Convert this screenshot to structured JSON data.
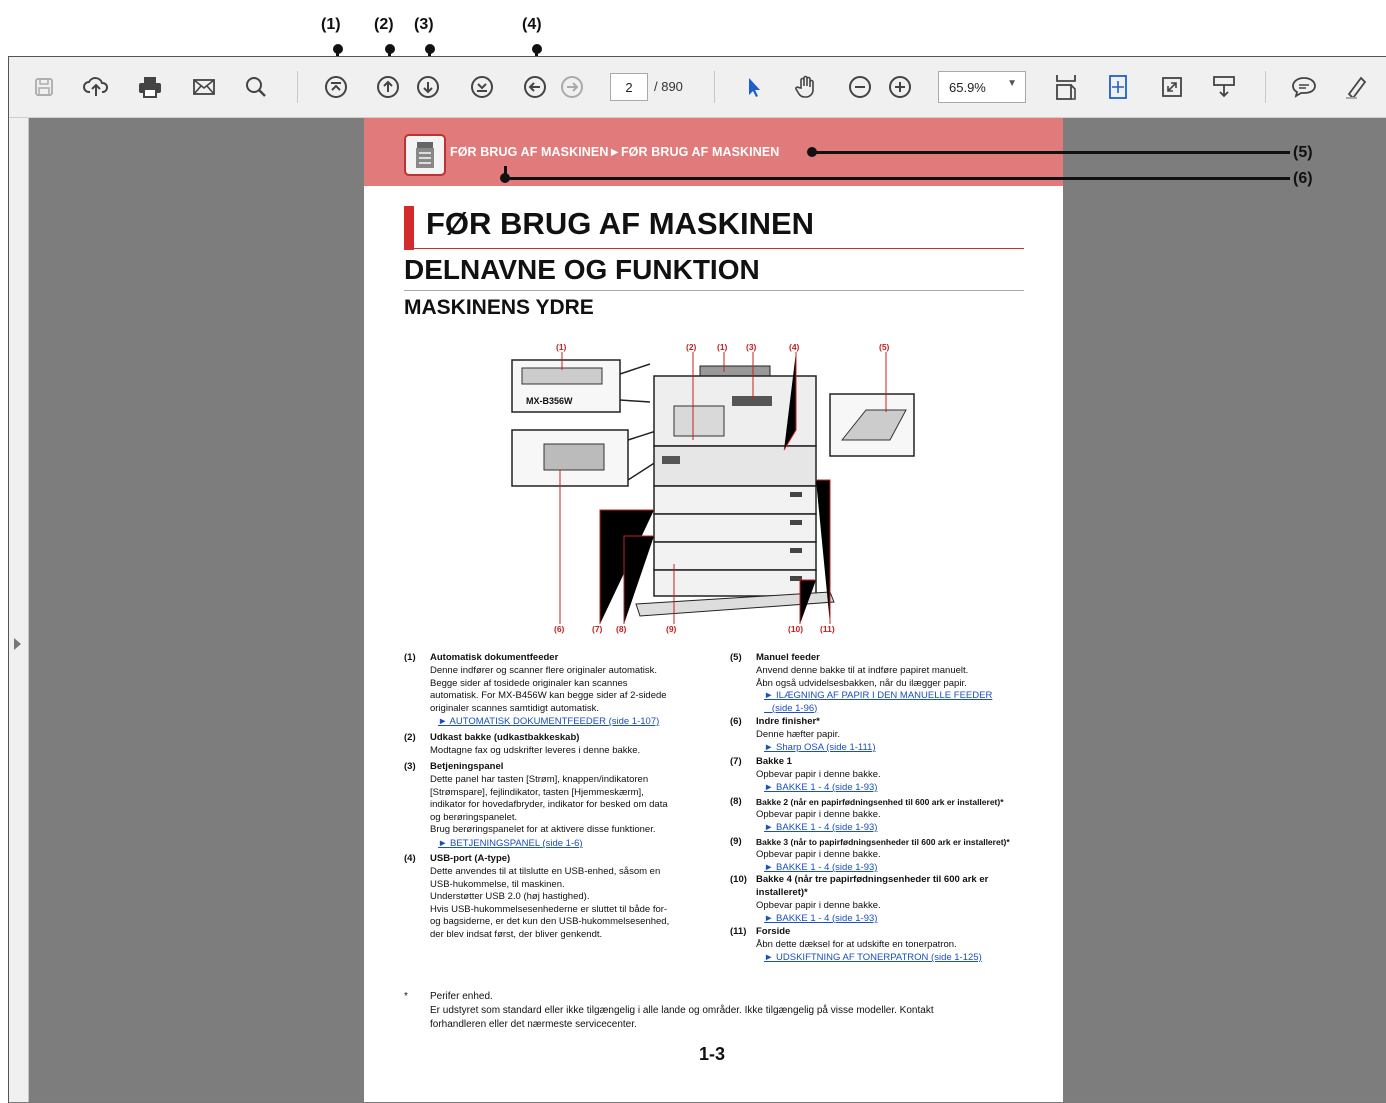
{
  "callouts": [
    "(1)",
    "(2)",
    "(3)",
    "(4)",
    "(5)",
    "(6)"
  ],
  "toolbar": {
    "page_current": "2",
    "page_total": "/ 890",
    "zoom": "65.9%",
    "icons": [
      "save-icon",
      "upload-cloud-icon",
      "print-icon",
      "mail-icon",
      "search-icon",
      "first-page-icon",
      "prev-page-icon",
      "next-page-icon",
      "last-page-icon",
      "prev-view-icon",
      "next-view-icon",
      "select-pointer-icon",
      "hand-tool-icon",
      "zoom-out-icon",
      "zoom-in-icon",
      "fit-page-icon",
      "fit-width-icon",
      "full-screen-icon",
      "scrolling-mode-icon",
      "comment-icon",
      "highlight-pen-icon"
    ]
  },
  "document": {
    "header_breadcrumb": "FØR BRUG AF MASKINEN►FØR BRUG AF MASKINEN",
    "h1": "FØR BRUG AF MASKINEN",
    "h2": "DELNAVNE OG FUNKTION",
    "h3": "MASKINENS YDRE",
    "figure_labels_top": [
      "(1)",
      "(2)",
      "(1)",
      "(3)",
      "(4)",
      "(5)"
    ],
    "figure_labels_bottom": [
      "(6)",
      "(7)",
      "(8)",
      "(9)",
      "(10)",
      "(11)"
    ],
    "figure_model": "MX-B356W",
    "items_left": [
      {
        "num": "(1)",
        "title": "Automatisk dokumentfeeder",
        "body": "Denne indfører og scanner flere originaler automatisk.\nBegge sider af tosidede originaler kan scannes\nautomatisk. For MX-B456W kan begge sider af 2-sidede\noriginaler scannes samtidigt automatisk.",
        "link": "► AUTOMATISK DOKUMENTFEEDER (side 1-107)"
      },
      {
        "num": "(2)",
        "title": "Udkast bakke (udkastbakkeskab)",
        "body": "Modtagne fax og udskrifter leveres i denne bakke.",
        "link": ""
      },
      {
        "num": "(3)",
        "title": "Betjeningspanel",
        "body": "Dette panel har tasten [Strøm], knappen/indikatoren\n[Strømspare], fejlindikator, tasten [Hjemmeskærm],\nindikator for hovedafbryder, indikator for besked om data\nog berøringspanelet.\nBrug berøringspanelet for at aktivere disse funktioner.",
        "link": "► BETJENINGSPANEL (side 1-6)"
      },
      {
        "num": "(4)",
        "title": "USB-port (A-type)",
        "body": "Dette anvendes til at tilslutte en USB-enhed, såsom en\nUSB-hukommelse, til maskinen.\nUnderstøtter USB 2.0 (høj hastighed).\nHvis USB-hukommelsesenhederne er sluttet til både for-\nog bagsiderne, er det kun den USB-hukommelsesenhed,\nder blev indsat først, der bliver genkendt.",
        "link": ""
      }
    ],
    "items_right": [
      {
        "num": "(5)",
        "title": "Manuel feeder",
        "body": "Anvend denne bakke til at indføre papiret manuelt.\nÅbn også udvidelsesbakken, når du ilægger papir.",
        "link": "► ILÆGNING AF PAPIR I DEN MANUELLE FEEDER\n   (side 1-96)"
      },
      {
        "num": "(6)",
        "title": "Indre finisher*",
        "body": "Denne hæfter papir.",
        "link": "► Sharp OSA (side 1-111)"
      },
      {
        "num": "(7)",
        "title": "Bakke 1",
        "body": "Opbevar papir i denne bakke.",
        "link": "► BAKKE 1 - 4 (side 1-93)"
      },
      {
        "num": "(8)",
        "title": "Bakke 2 (når en papirfødningsenhed til 600 ark er installeret)*",
        "body": "Opbevar papir i denne bakke.",
        "link": "► BAKKE 1 - 4 (side 1-93)"
      },
      {
        "num": "(9)",
        "title": "Bakke 3 (når to papirfødningsenheder til 600 ark er installeret)*",
        "body": "Opbevar papir i denne bakke.",
        "link": "► BAKKE 1 - 4 (side 1-93)"
      },
      {
        "num": "(10)",
        "title": "Bakke 4 (når tre papirfødningsenheder til 600 ark er\ninstalleret)*",
        "body": "Opbevar papir i denne bakke.",
        "link": "► BAKKE 1 - 4 (side 1-93)"
      },
      {
        "num": "(11)",
        "title": "Forside",
        "body": "Åbn dette dæksel for at udskifte en tonerpatron.",
        "link": "► UDSKIFTNING AF TONERPATRON (side 1-125)"
      }
    ],
    "footnote_mark": "*",
    "footnote_title": "Perifer enhed.",
    "footnote_body": "Er udstyret som standard eller ikke tilgængelig i alle lande og områder. Ikke tilgængelig på visse modeller. Kontakt\nforhandleren eller det nærmeste servicecenter.",
    "page_number": "1-3"
  }
}
